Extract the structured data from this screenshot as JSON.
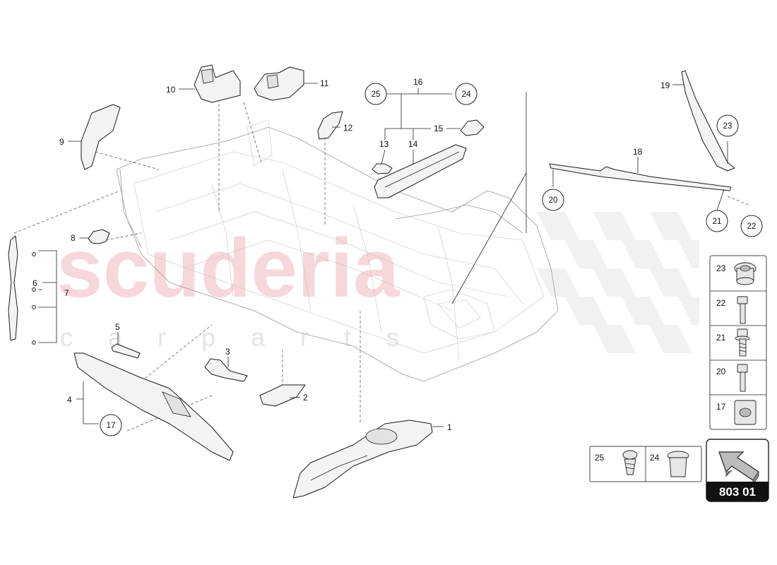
{
  "watermark": {
    "brand": "scuderia",
    "tagline": "carparts"
  },
  "callouts": [
    "1",
    "2",
    "3",
    "4",
    "5",
    "6",
    "7",
    "8",
    "9",
    "10",
    "11",
    "12",
    "13",
    "14",
    "15",
    "16",
    "17",
    "18",
    "19",
    "20",
    "21",
    "22",
    "23",
    "24",
    "25"
  ],
  "circled": {
    "c25": "25",
    "c24": "24",
    "c23": "23",
    "c20": "20",
    "c21": "21",
    "c22": "22",
    "c17": "17"
  },
  "legend": {
    "right": [
      "23",
      "22",
      "21",
      "20",
      "17"
    ],
    "bottom": [
      "25",
      "24"
    ]
  },
  "diagram_code": "803 01"
}
